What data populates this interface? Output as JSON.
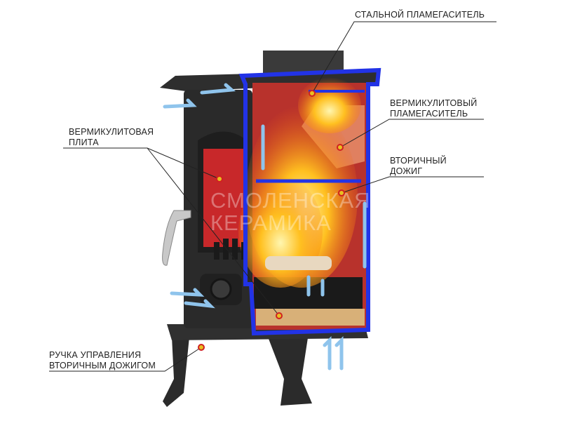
{
  "labels": {
    "steel_baffle": "СТАЛЬНОЙ ПЛАМЕГАСИТЕЛЬ",
    "vermiculite_baffle_1": "ВЕРМИКУЛИТОВЫЙ",
    "vermiculite_baffle_2": "ПЛАМЕГАСИТЕЛЬ",
    "secondary_burn_1": "ВТОРИЧНЫЙ",
    "secondary_burn_2": "ДОЖИГ",
    "vermiculite_plate_1": "ВЕРМИКУЛИТОВАЯ",
    "vermiculite_plate_2": "ПЛИТА",
    "handle_1": "РУЧКА УПРАВЛЕНИЯ",
    "handle_2": "ВТОРИЧНЫМ ДОЖИГОМ"
  },
  "watermark": {
    "line1": "СМОЛЕНСКАЯ",
    "line2": "КЕРАМИКА"
  },
  "colors": {
    "outline": "#2233e6",
    "brick": "#b8322c",
    "marker": "#e8c020",
    "air": "#8fc4ec"
  }
}
